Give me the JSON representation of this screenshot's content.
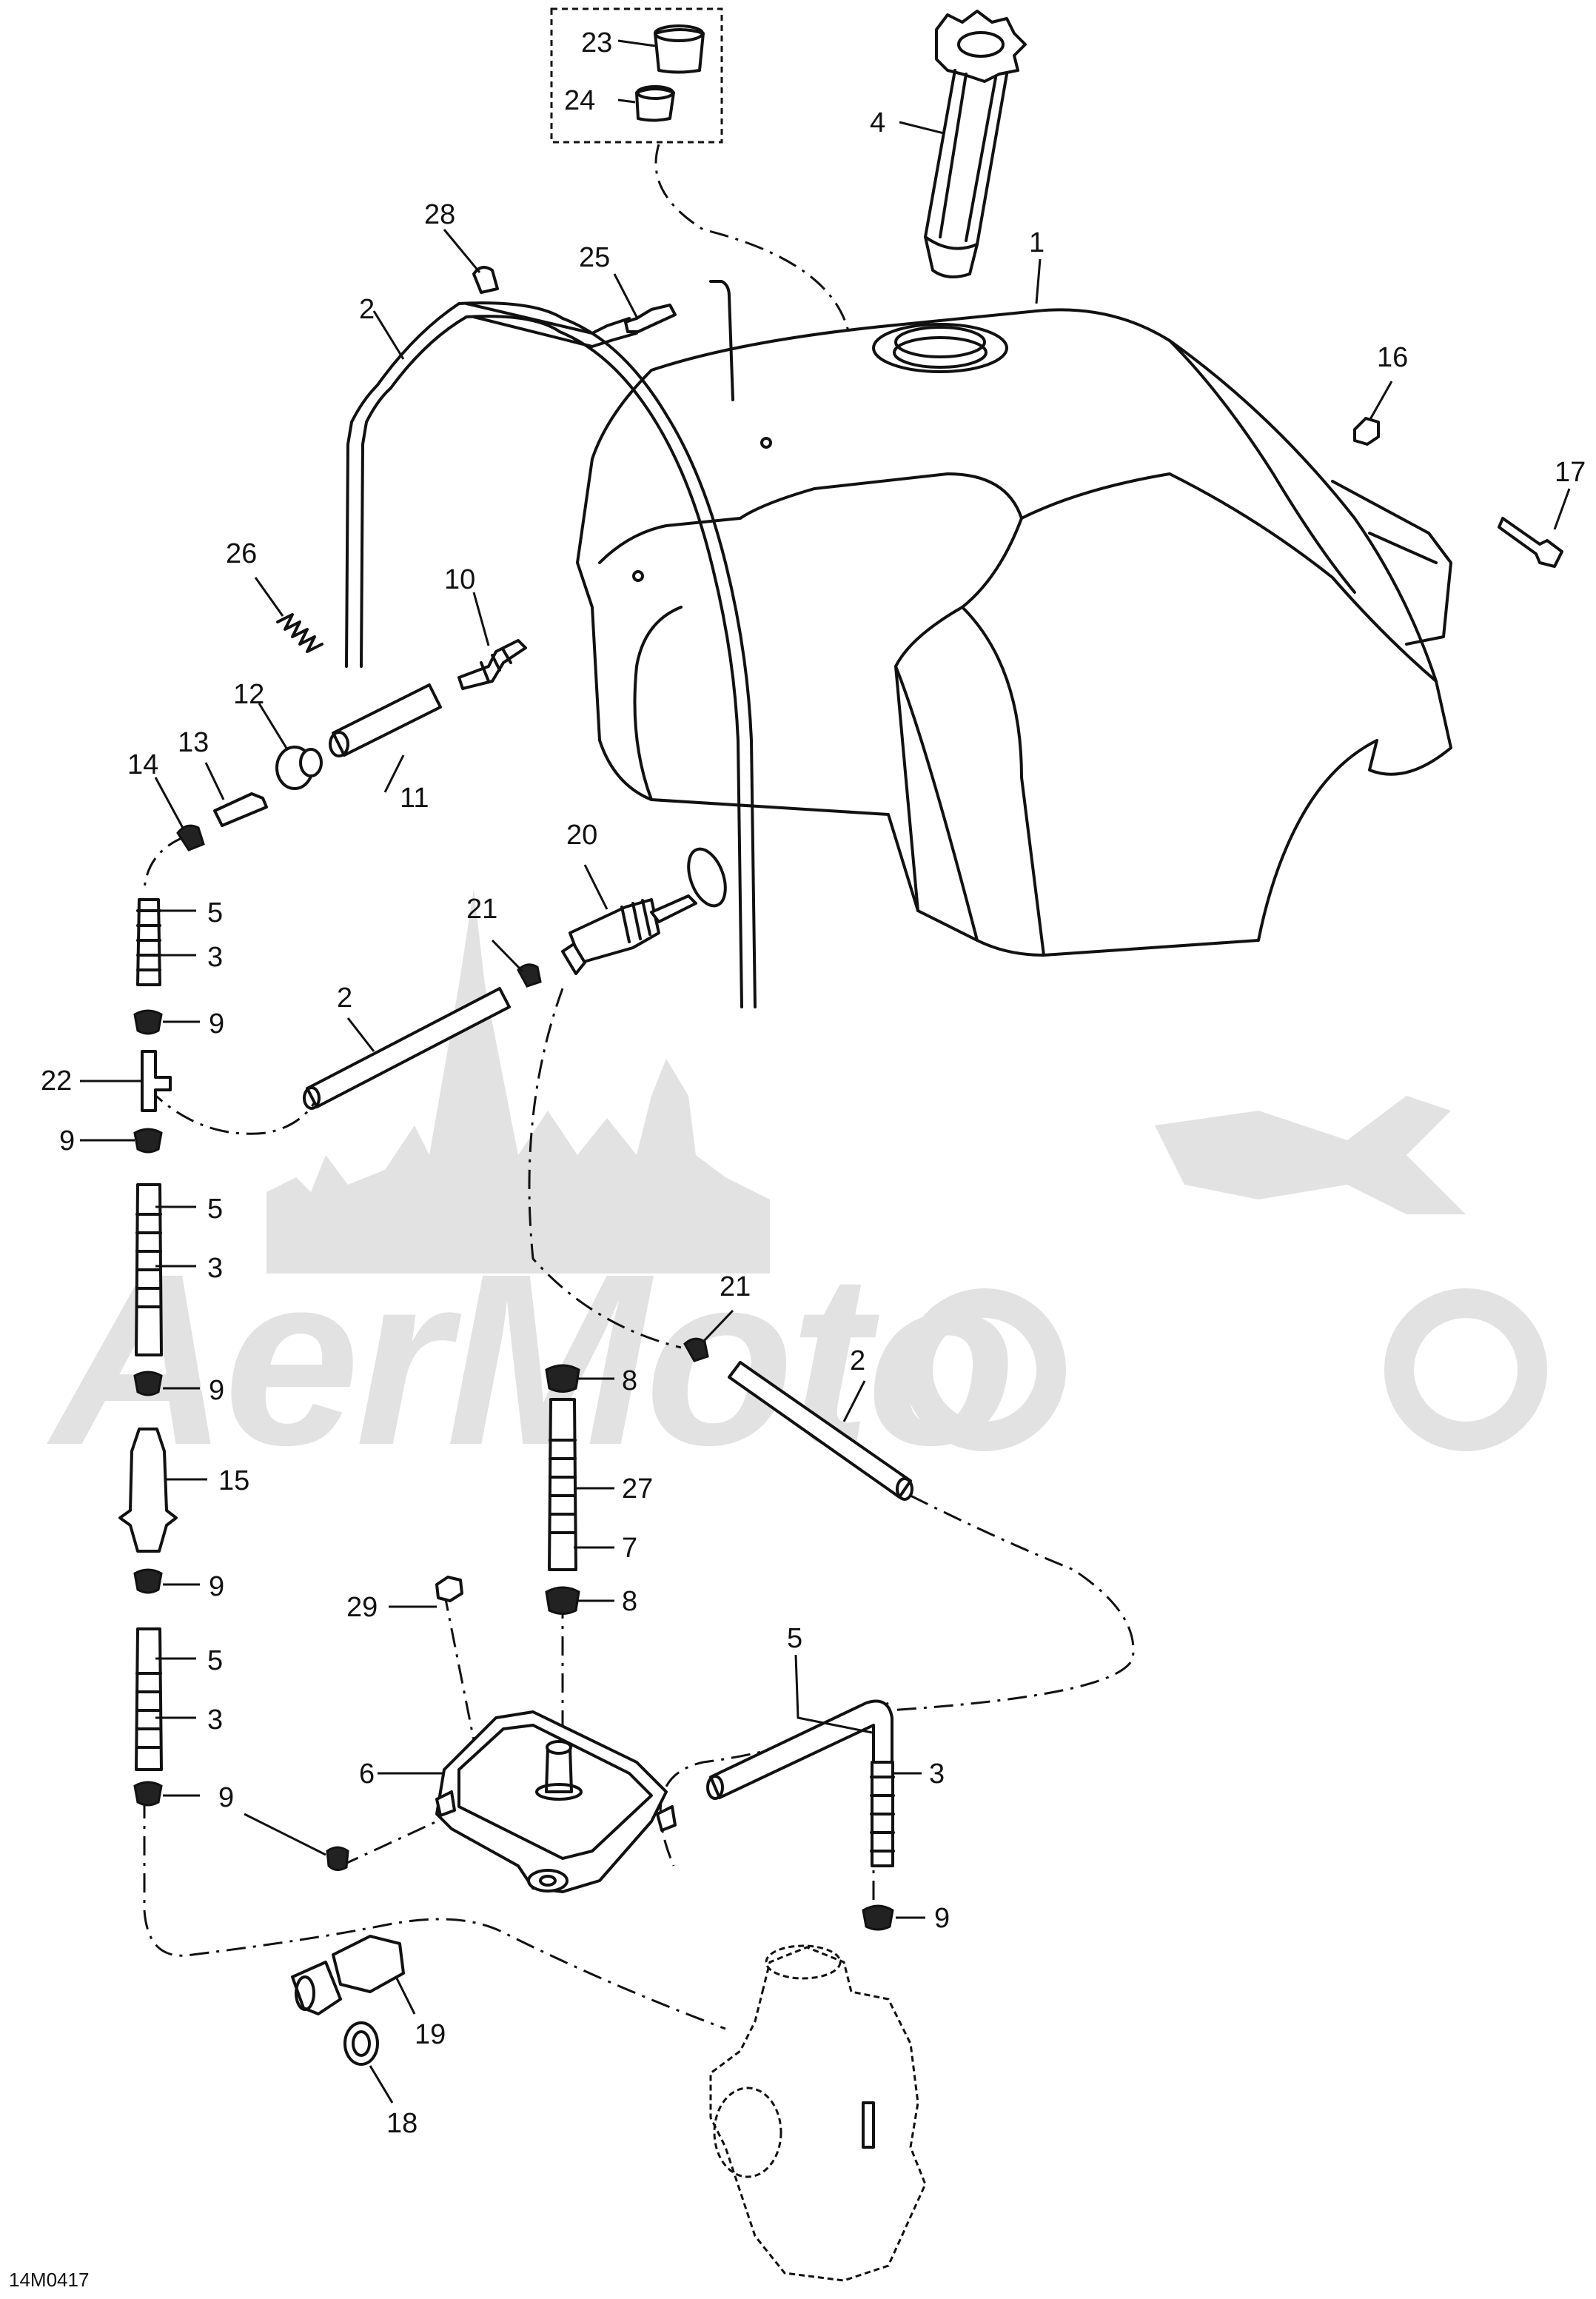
{
  "diagram": {
    "code": "14M0417",
    "watermark_text": "AerMoto",
    "callouts": {
      "c23": "23",
      "c24": "24",
      "c4": "4",
      "c1": "1",
      "c28": "28",
      "c25": "25",
      "c2a": "2",
      "c16": "16",
      "c17": "17",
      "c26": "26",
      "c10": "10",
      "c12": "12",
      "c13": "13",
      "c14": "14",
      "c11": "11",
      "c20": "20",
      "c5a": "5",
      "c3a": "3",
      "c21a": "21",
      "c9a": "9",
      "c2b": "2",
      "c22": "22",
      "c9b": "9",
      "c5b": "5",
      "c3b": "3",
      "c21b": "21",
      "c9c": "9",
      "c2c": "2",
      "c8a": "8",
      "c15": "15",
      "c27": "27",
      "c7": "7",
      "c9d": "9",
      "c29": "29",
      "c8b": "8",
      "c5c": "5",
      "c5d": "5",
      "c3c": "3",
      "c6": "6",
      "c3d": "3",
      "c9e": "9",
      "c9f": "9",
      "c19": "19",
      "c18": "18"
    }
  }
}
